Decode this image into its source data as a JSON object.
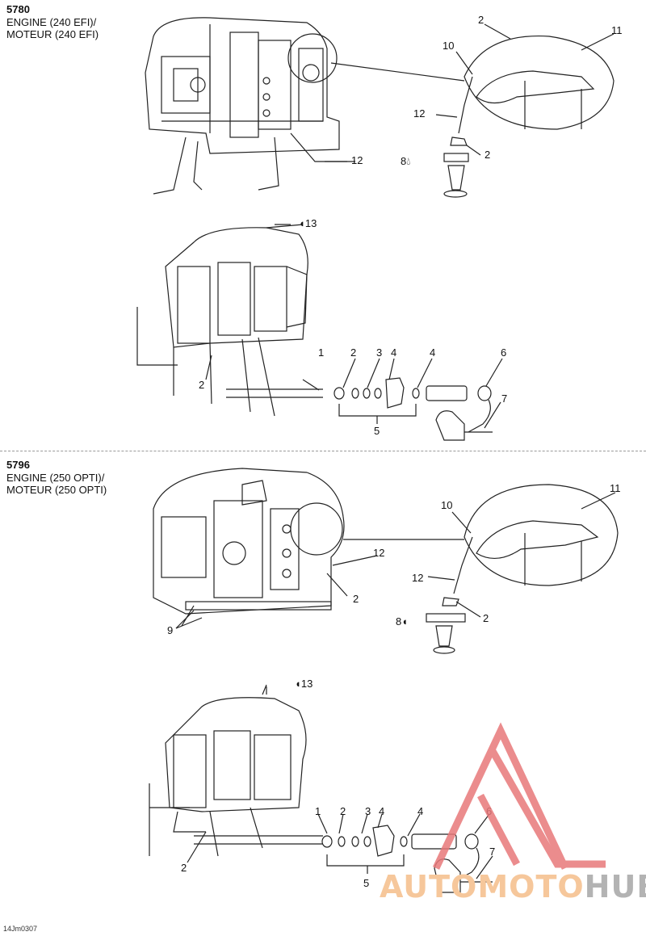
{
  "panels": [
    {
      "code": "5780",
      "title_line1": "ENGINE (240 EFI)/",
      "title_line2": "MOTEUR (240 EFI)",
      "labels": {
        "l2a": "2",
        "l11": "11",
        "l10": "10",
        "l12a": "12",
        "l12b": "12",
        "l2b": "2",
        "l8": "8",
        "l13": "13",
        "l1": "1",
        "l2c": "2",
        "l3": "3",
        "l4a": "4",
        "l4b": "4",
        "l6": "6",
        "l2d": "2",
        "l7": "7",
        "l5": "5"
      }
    },
    {
      "code": "5796",
      "title_line1": "ENGINE (250 OPTI)/",
      "title_line2": "MOTEUR (250 OPTI)",
      "labels": {
        "l10": "10",
        "l11": "11",
        "l12a": "12",
        "l12b": "12",
        "l2a": "2",
        "l9": "9",
        "l2b": "2",
        "l8": "8",
        "l13": "13",
        "l1": "1",
        "l2c": "2",
        "l3": "3",
        "l4a": "4",
        "l4b": "4",
        "l6": "6",
        "l7": "7",
        "l2d": "2",
        "l5": "5"
      }
    }
  ],
  "footer": "14Jm0307",
  "watermark": {
    "part1": "AUTO",
    "part2": "MOTO",
    "part3": "HUB"
  },
  "colors": {
    "line": "#222222",
    "watermark_red": "#e8787a",
    "watermark_orange": "#f6c79b",
    "watermark_gray": "#b3b3b3"
  },
  "icons": [
    "oil-drop-icon"
  ]
}
